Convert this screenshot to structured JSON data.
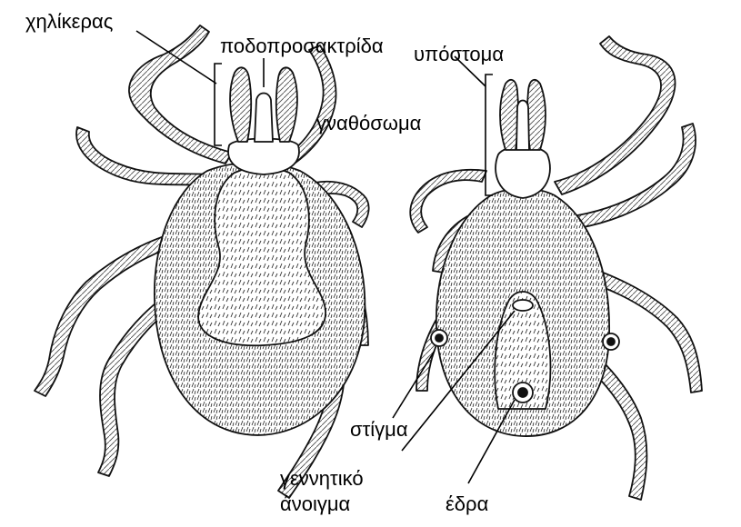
{
  "labels": {
    "chelicera": "χηλίκερας",
    "pedipalp": "ποδοπροσακτρίδα",
    "hypostome": "υπόστομα",
    "gnathosoma": "γναθόσωμα",
    "spiracle": "στίγμα",
    "genital_line1": "γεννητικό",
    "genital_line2": "άνοιγμα",
    "anus": "έδρα"
  }
}
